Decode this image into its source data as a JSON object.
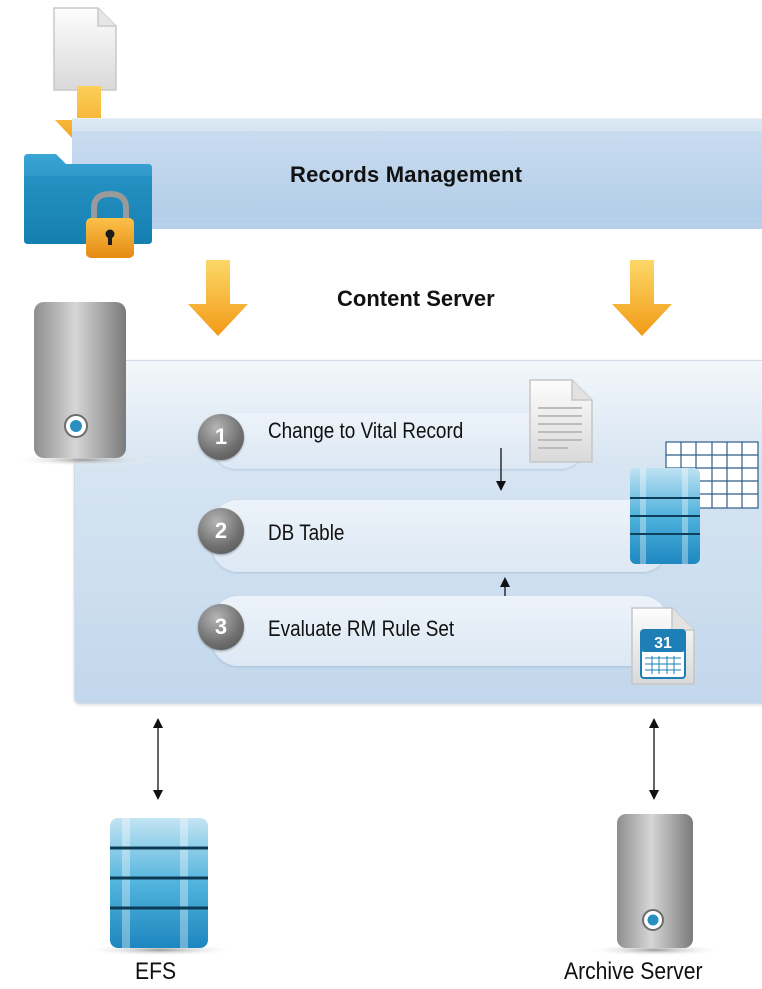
{
  "diagram": {
    "records_management_label": "Records Management",
    "content_server_label": "Content Server",
    "steps": [
      {
        "number": "1",
        "label": "Change to Vital Record"
      },
      {
        "number": "2",
        "label": "DB Table"
      },
      {
        "number": "3",
        "label": "Evaluate RM Rule Set"
      }
    ],
    "calendar_day": "31",
    "bottom_nodes": [
      {
        "label": "EFS"
      },
      {
        "label": "Archive Server"
      }
    ]
  },
  "colors": {
    "arrow_orange": "#f4a51f",
    "band_blue": "#c2d7ec",
    "folder_blue": "#1a86b9",
    "lock_orange": "#f2a21c",
    "db_blue": "#3fa3cf"
  }
}
